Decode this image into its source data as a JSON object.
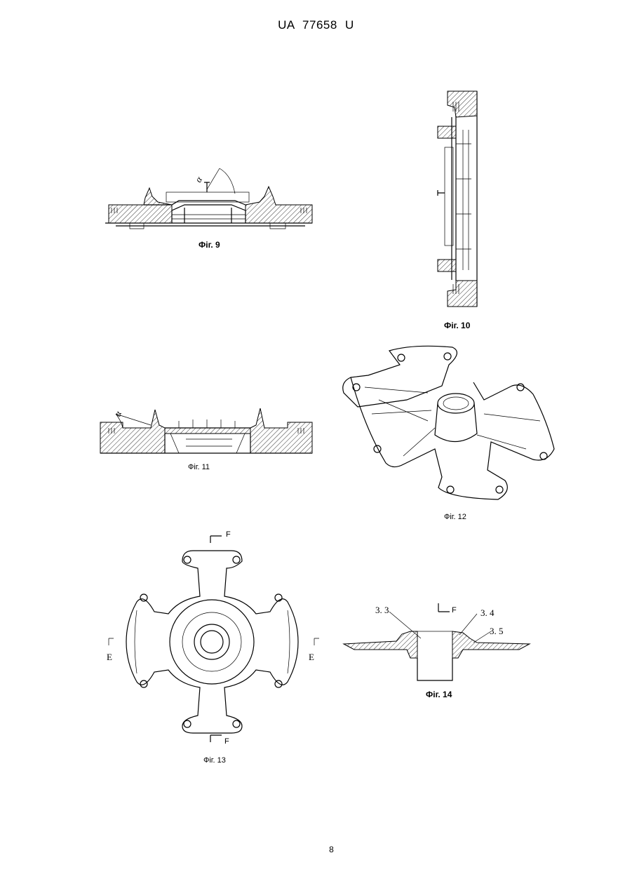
{
  "header": {
    "text": "UA   77658   U"
  },
  "page_number": "8",
  "figures": {
    "fig9": {
      "caption": "Фіг. 9",
      "angle_label": "α"
    },
    "fig10": {
      "caption": "Фіг. 10"
    },
    "fig11": {
      "caption": "Фіг. 11",
      "angle_label": "α"
    },
    "fig12": {
      "caption": "Фіг. 12"
    },
    "fig13": {
      "caption": "Фіг. 13",
      "section_top": "F",
      "section_bottom": "F",
      "section_left": "E",
      "section_right": "E"
    },
    "fig14": {
      "caption": "Фіг. 14",
      "label_a": "3. 3",
      "label_b": "3. 4",
      "label_c": "3. 5",
      "section_mark": "F"
    }
  }
}
